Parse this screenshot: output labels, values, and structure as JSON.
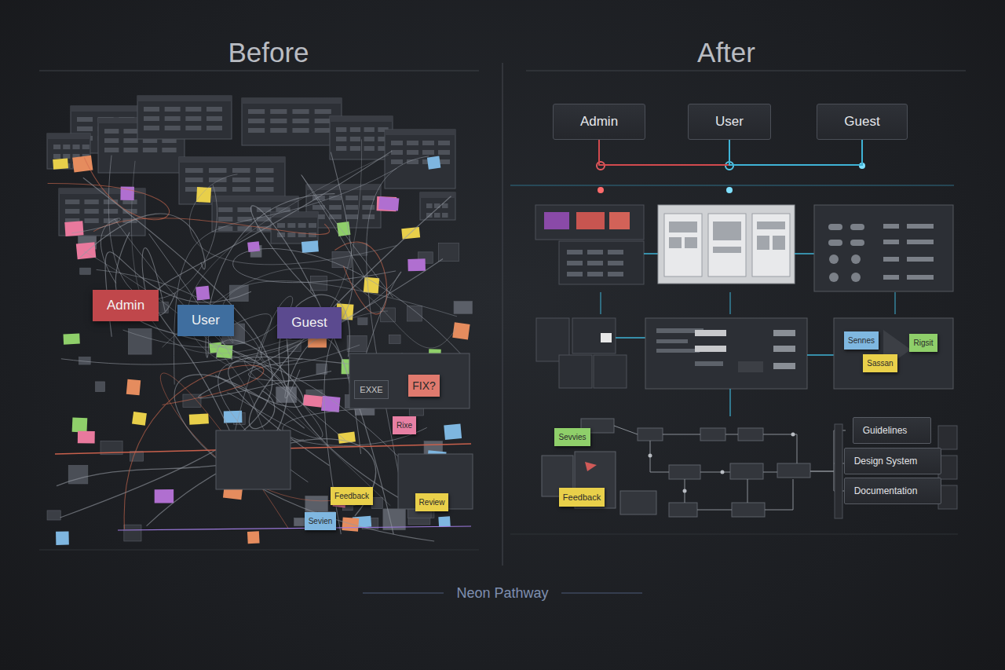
{
  "diagram": {
    "caption": "Neon Pathway",
    "nodes": [
      {
        "text": [
          "Admin"
        ]
      },
      {
        "text": [
          "User"
        ]
      },
      {
        "text": [
          "Guest"
        ]
      },
      {
        "text": [
          "EXXE"
        ]
      },
      {
        "text": [
          "FIX?"
        ]
      },
      {
        "text": [
          "Rixe"
        ]
      },
      {
        "text": [
          "Feedback"
        ]
      },
      {
        "text": [
          "Review"
        ]
      },
      {
        "text": [
          "Sevien"
        ]
      },
      {
        "text": [
          "Admin"
        ]
      },
      {
        "text": [
          "User"
        ]
      },
      {
        "text": [
          "Guest"
        ]
      },
      {
        "text": [
          "Sennes"
        ]
      },
      {
        "text": [
          "Rigsit"
        ]
      },
      {
        "text": [
          "Sassan"
        ]
      },
      {
        "text": [
          "Guidelines"
        ]
      },
      {
        "text": [
          "Sevvies"
        ]
      },
      {
        "text": [
          "Design System"
        ]
      },
      {
        "text": [
          "Feedback"
        ]
      },
      {
        "text": [
          "Documentation"
        ]
      }
    ],
    "edges": [
      {
        "from": 9,
        "to": 10,
        "arrow": "none"
      },
      {
        "from": 10,
        "to": 11,
        "arrow": "none"
      }
    ],
    "labels": [
      "Before",
      "After"
    ]
  }
}
